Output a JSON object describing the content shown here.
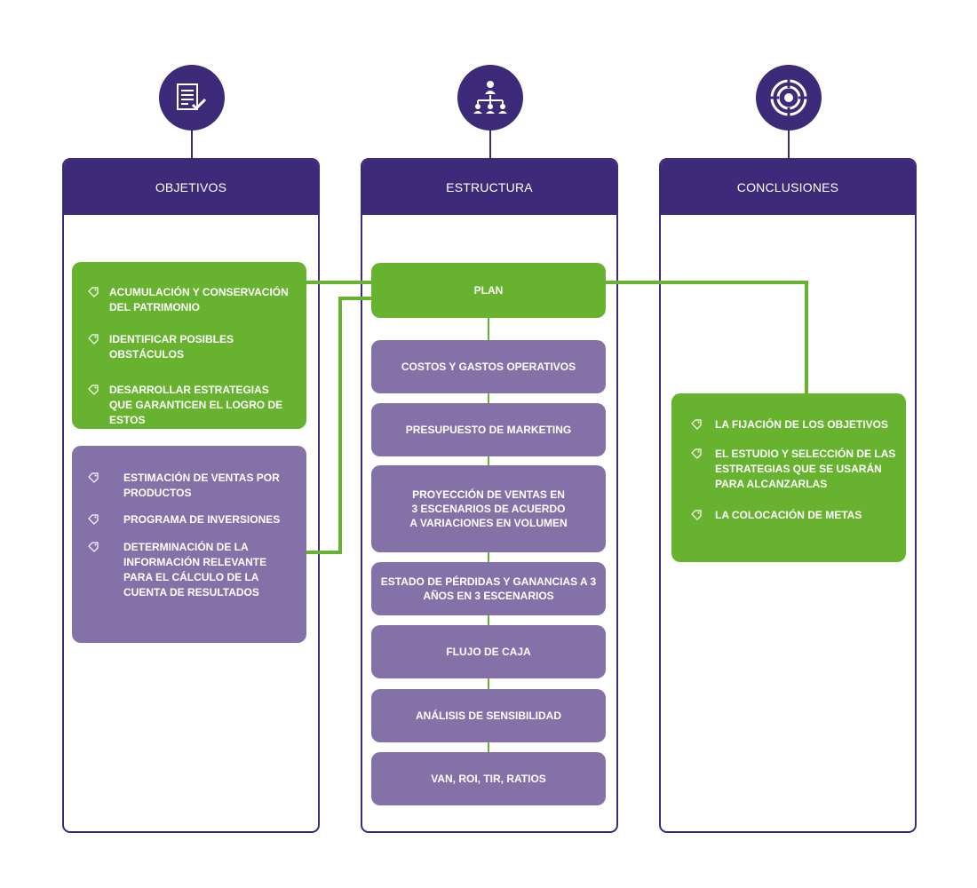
{
  "columns": {
    "objetivos": {
      "title": "OBJETIVOS",
      "icon": "document-check-icon"
    },
    "estructura": {
      "title": "ESTRUCTURA",
      "icon": "org-chart-icon"
    },
    "conclusiones": {
      "title": "CONCLUSIONES",
      "icon": "target-icon"
    }
  },
  "objetivos_green": [
    "ACUMULACIÓN Y CONSERVACIÓN DEL PATRIMONIO",
    "IDENTIFICAR POSIBLES OBSTÁCULOS",
    "DESARROLLAR ESTRATEGIAS QUE GARANTICEN EL LOGRO DE ESTOS"
  ],
  "objetivos_purple": [
    "ESTIMACIÓN DE VENTAS POR PRODUCTOS",
    "PROGRAMA DE INVERSIONES",
    "DETERMINACIÓN DE LA INFORMACIÓN RELEVANTE PARA EL CÁLCULO DE LA CUENTA DE RESULTADOS"
  ],
  "plan_label": "PLAN",
  "steps": [
    "COSTOS Y GASTOS OPERATIVOS",
    "PRESUPUESTO DE MARKETING",
    "PROYECCIÓN DE VENTAS EN 3 ESCENARIOS DE ACUERDO A VARIACIONES EN VOLUMEN",
    "ESTADO DE PÉRDIDAS Y GANANCIAS A 3 AÑOS EN 3 ESCENARIOS",
    "FLUJO DE CAJA",
    "ANÁLISIS DE SENSIBILIDAD",
    "VAN, ROI, TIR, RATIOS"
  ],
  "conclusiones": [
    "LA FIJACIÓN DE LOS OBJETIVOS",
    "EL ESTUDIO Y SELECCIÓN DE LAS ESTRATEGIAS QUE SE USARÁN PARA ALCANZARLAS",
    "LA COLOCACIÓN DE METAS"
  ],
  "colors": {
    "primary": "#3d2a78",
    "green": "#67b22f",
    "purple": "#8471a8"
  }
}
